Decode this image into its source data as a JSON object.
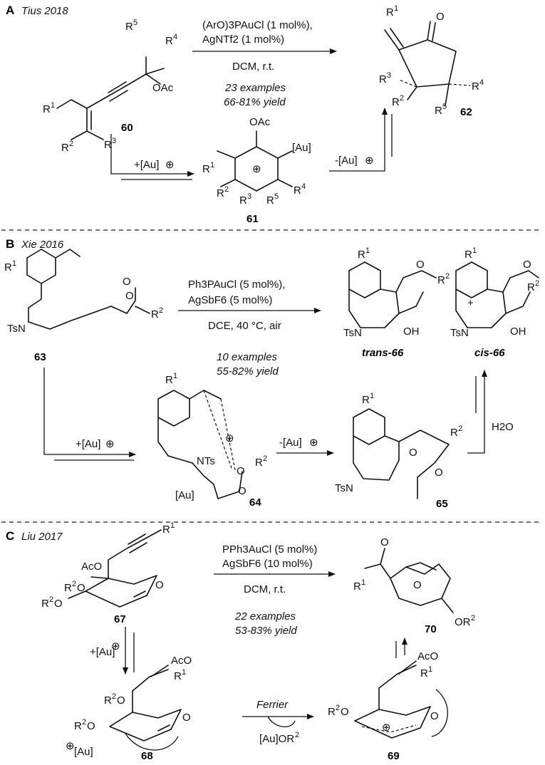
{
  "sections": [
    {
      "letter": "A",
      "author": "Tius 2018",
      "reagents": [
        "(ArO)3PAuCl (1 mol%),",
        "AgNTf2  (1 mol%)"
      ],
      "conditions": "DCM, r.t.",
      "scope": [
        "23 examples",
        "66-81% yield"
      ],
      "compounds": [
        "60",
        "61",
        "62"
      ],
      "step_labels": [
        "+[Au]",
        "-[Au]"
      ]
    },
    {
      "letter": "B",
      "author": "Xie 2016",
      "reagents": [
        "Ph3PAuCl (5 mol%),",
        "AgSbF6 (5 mol%)"
      ],
      "conditions": "DCE, 40 °C, air",
      "scope": [
        "10 examples",
        "55-82% yield"
      ],
      "compounds": [
        "63",
        "64",
        "65",
        "trans-66",
        "cis-66"
      ],
      "step_labels": [
        "+[Au]",
        "-[Au]",
        "H2O"
      ]
    },
    {
      "letter": "C",
      "author": "Liu 2017",
      "reagents": [
        "PPh3AuCl (5 mol%)",
        "AgSbF6 (10 mol%)"
      ],
      "conditions": "DCM, r.t.",
      "scope": [
        "22 examples",
        "53-83% yield"
      ],
      "compounds": [
        "67",
        "68",
        "69",
        "70"
      ],
      "step_labels": [
        "+[Au]",
        "Ferrier",
        "[Au]OR2"
      ]
    }
  ]
}
